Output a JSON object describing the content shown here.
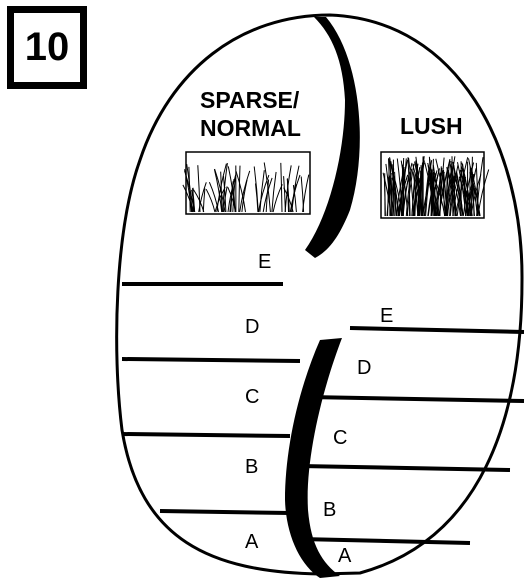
{
  "figure_number": "10",
  "left_column": {
    "heading_line1": "SPARSE/",
    "heading_line2": "NORMAL",
    "zones": [
      "E",
      "D",
      "C",
      "B",
      "A"
    ]
  },
  "right_column": {
    "heading": "LUSH",
    "zones": [
      "E",
      "D",
      "C",
      "B",
      "A"
    ]
  },
  "colors": {
    "ink": "#000000",
    "paper": "#ffffff"
  },
  "icons": {
    "sparse_grass": "sparse-grass-swatch",
    "lush_grass": "lush-grass-swatch"
  }
}
